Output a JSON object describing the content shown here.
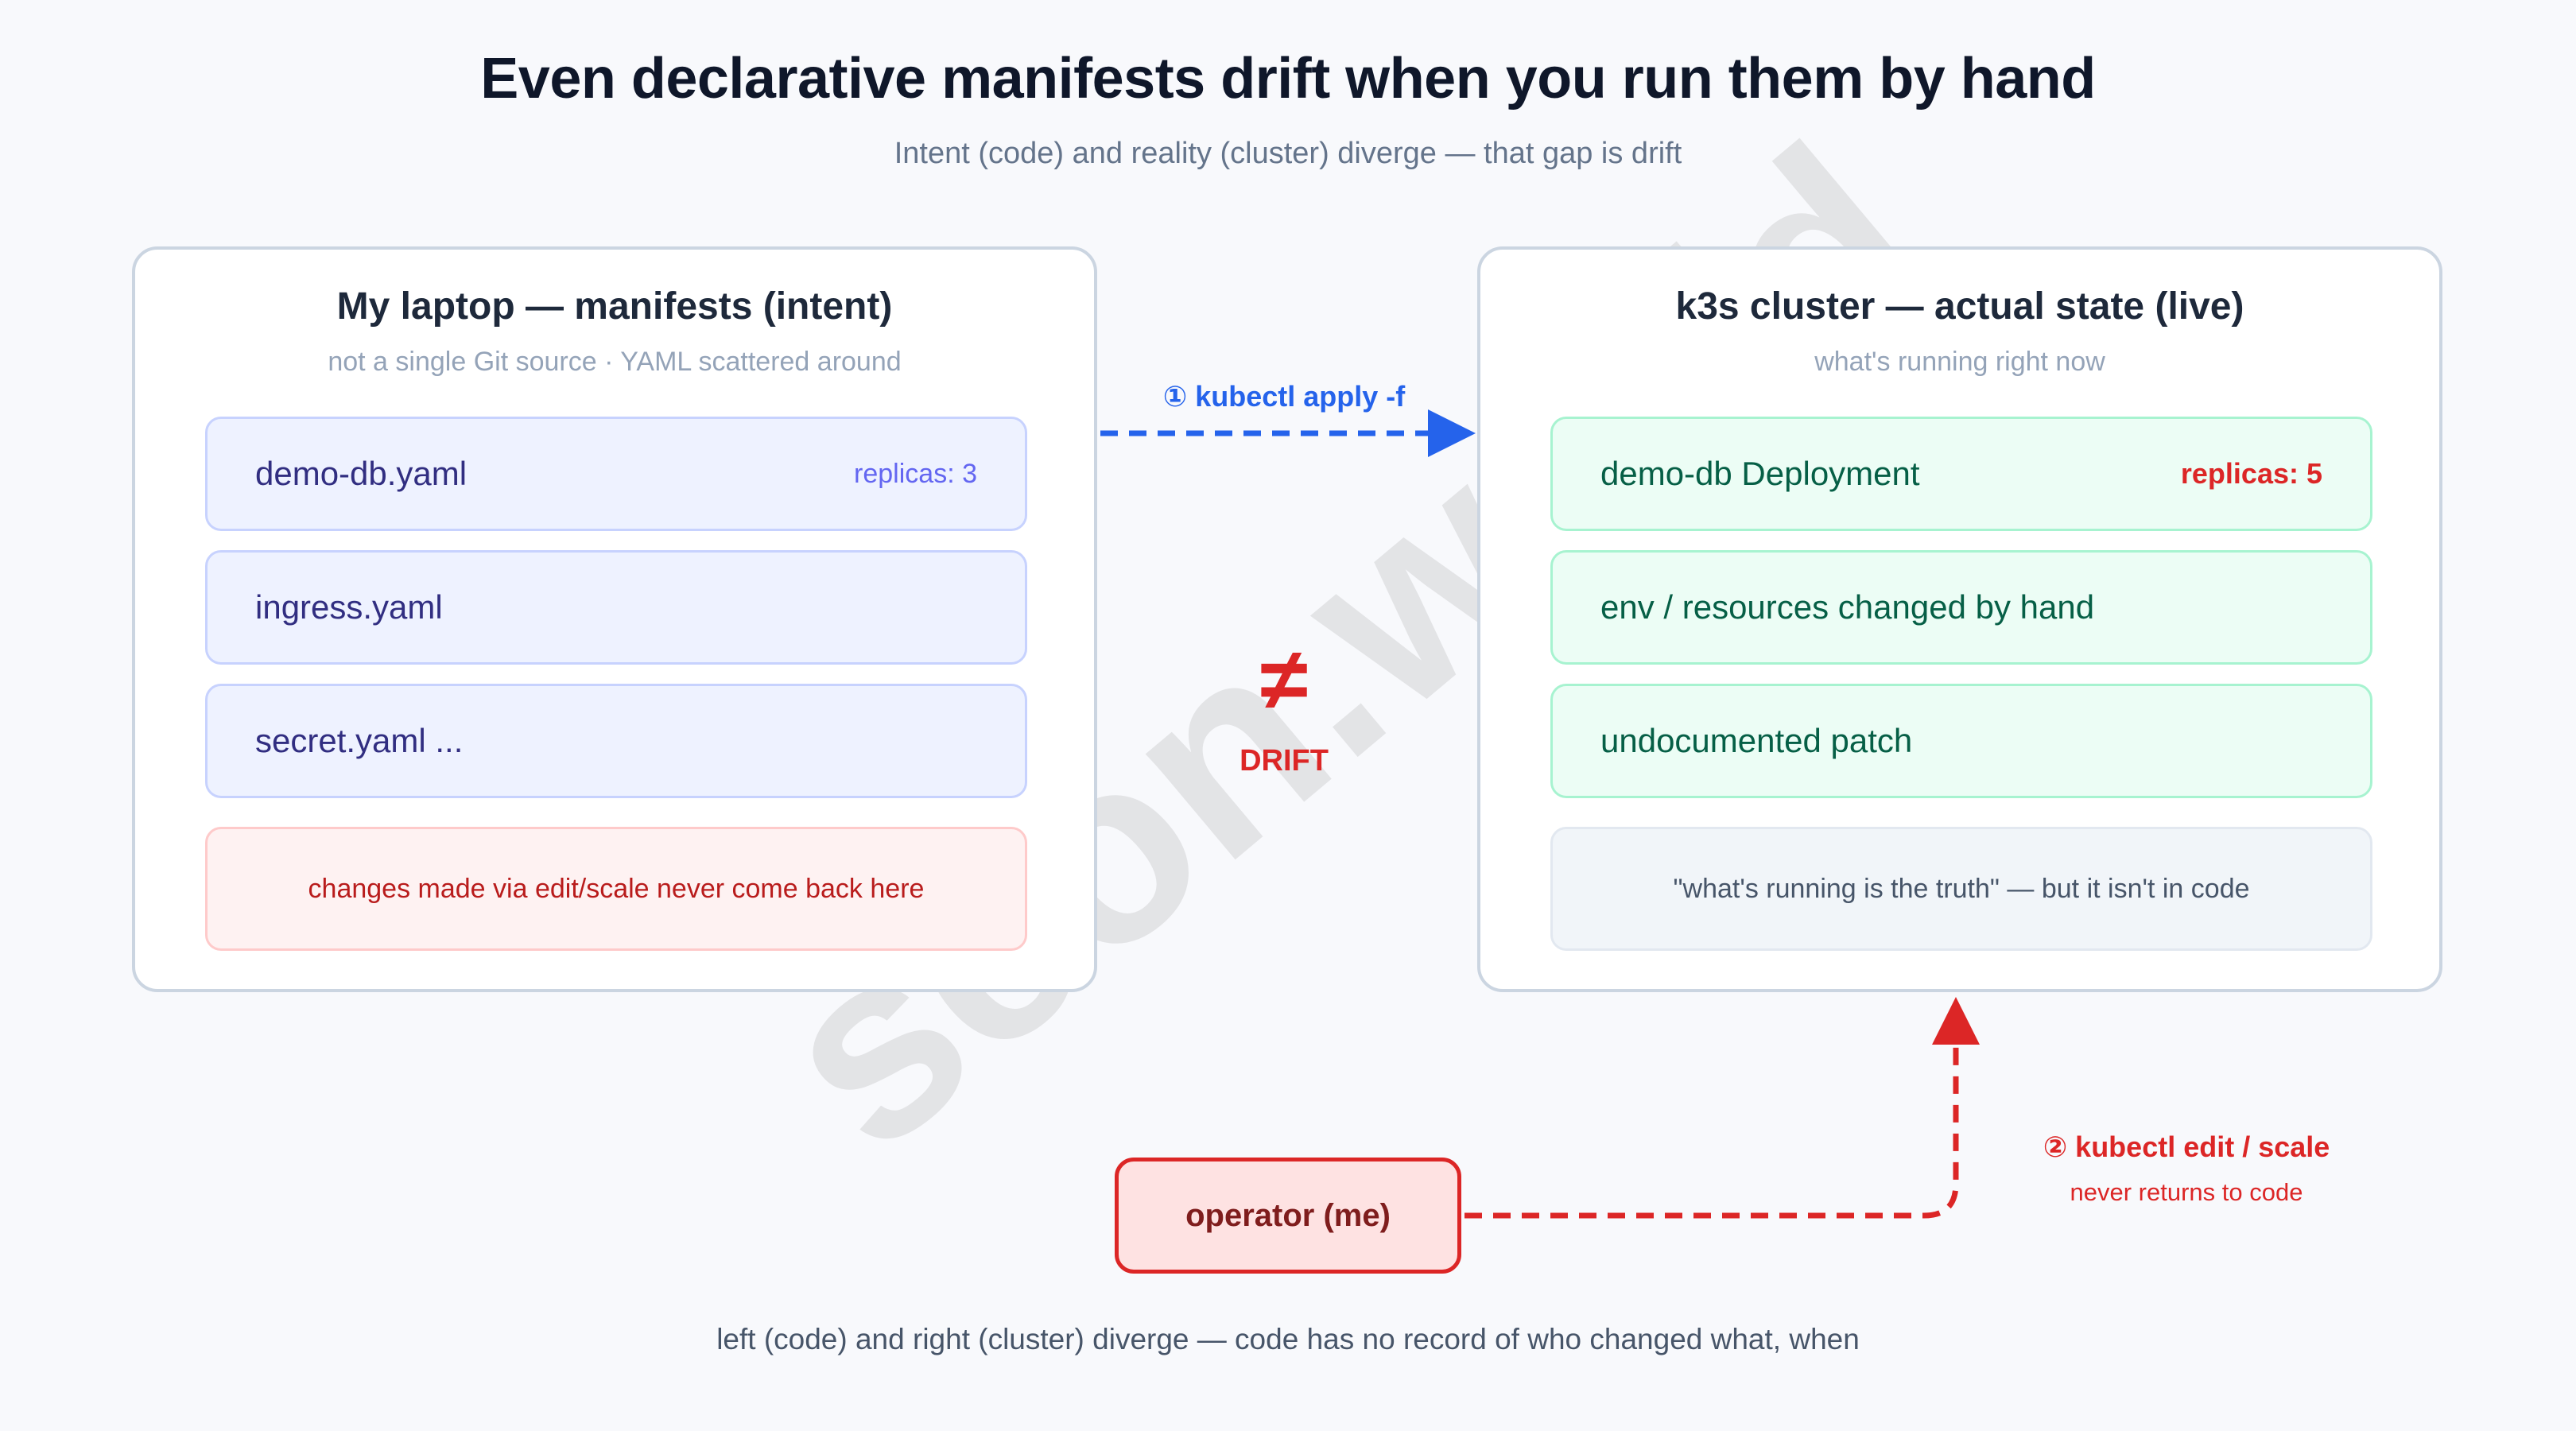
{
  "title": "Even declarative manifests drift when you run them by hand",
  "subtitle": "Intent (code) and reality (cluster) diverge — that gap is drift",
  "left_panel": {
    "title": "My laptop — manifests (intent)",
    "subtitle": "not a single Git source · YAML scattered around",
    "items": [
      {
        "label": "demo-db.yaml",
        "detail": "replicas: 3"
      },
      {
        "label": "ingress.yaml"
      },
      {
        "label": "secret.yaml ..."
      }
    ],
    "note": "changes made via edit/scale never come back here"
  },
  "right_panel": {
    "title": "k3s cluster — actual state (live)",
    "subtitle": "what's running right now",
    "items": [
      {
        "label": "demo-db Deployment",
        "detail": "replicas: 5"
      },
      {
        "label": "env / resources changed by hand"
      },
      {
        "label": "undocumented patch"
      }
    ],
    "note": "\"what's running is the truth\" — but it isn't in code"
  },
  "apply_arrow": {
    "label": "① kubectl apply -f",
    "color": "#2563eb"
  },
  "drift": {
    "symbol": "≠",
    "label": "DRIFT",
    "color": "#dc2626"
  },
  "operator": {
    "label": "operator (me)"
  },
  "edit_arrow": {
    "label": "② kubectl edit / scale",
    "note": "never returns to code",
    "color": "#dc2626"
  },
  "footer": "left (code) and right (cluster) diverge — code has no record of who changed what, when",
  "watermark": "seon.world"
}
